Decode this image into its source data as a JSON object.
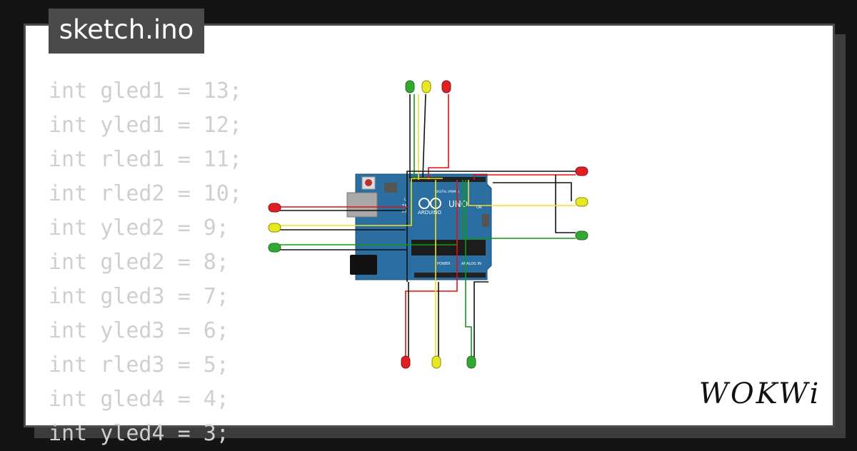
{
  "window": {
    "title": "sketch.ino"
  },
  "code": {
    "lines": [
      "int gled1 = 13;",
      "int yled1 = 12;",
      "int rled1 = 11;",
      "int rled2 = 10;",
      "int yled2 = 9;",
      "int gled2 = 8;",
      "int gled3 = 7;",
      "int yled3 = 6;",
      "int rled3 = 5;",
      "int gled4 = 4;",
      "int yled4 = 3;"
    ]
  },
  "board": {
    "name": "UNO",
    "brand": "ARDUINO",
    "digital_label": "DIGITAL (PWM~)",
    "power_label": "POWER",
    "analog_label": "ANALOG IN",
    "on_label": "ON",
    "tx_label": "TX",
    "rx_label": "RX",
    "l_label": "L"
  },
  "leds": {
    "colors": {
      "red": "#e02020",
      "yellow": "#e8e820",
      "green": "#32a832"
    }
  },
  "wires": {
    "colors": {
      "red": "#e01010",
      "yellow": "#f0e020",
      "green": "#119911",
      "black": "#111111"
    }
  },
  "brand": {
    "logo_text": "WOKWi"
  }
}
